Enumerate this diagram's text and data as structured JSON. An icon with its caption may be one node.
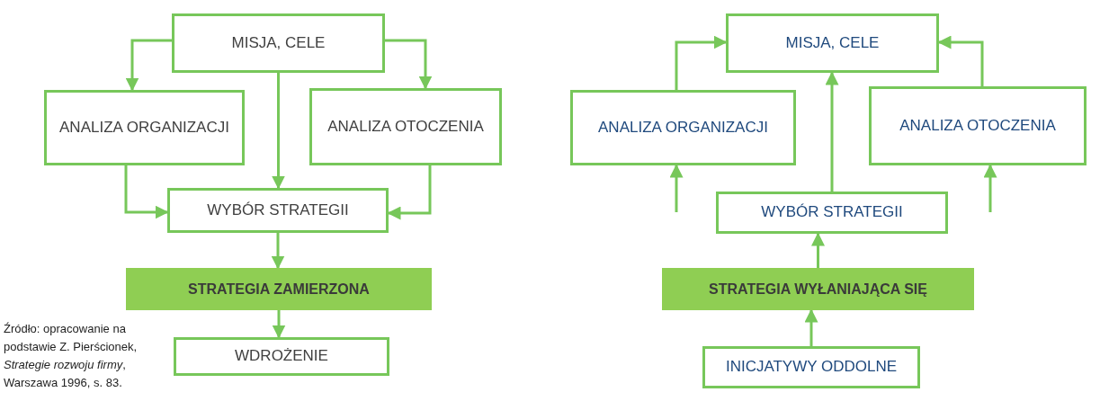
{
  "diagram": {
    "nodes": [
      {
        "text": [
          "MISJA, CELE"
        ]
      },
      {
        "text": [
          "ANALIZA ORGANIZACJI"
        ]
      },
      {
        "text": [
          "ANALIZA OTOCZENIA"
        ]
      },
      {
        "text": [
          "WYBÓR STRATEGII"
        ]
      },
      {
        "text": [
          "STRATEGIA ZAMIERZONA"
        ]
      },
      {
        "text": [
          "WDROŻENIE"
        ]
      },
      {
        "text": [
          "MISJA, CELE"
        ]
      },
      {
        "text": [
          "ANALIZA ORGANIZACJI"
        ]
      },
      {
        "text": [
          "ANALIZA OTOCZENIA"
        ]
      },
      {
        "text": [
          "WYBÓR STRATEGII"
        ]
      },
      {
        "text": [
          "STRATEGIA WYŁANIAJĄCA SIĘ"
        ]
      },
      {
        "text": [
          "INICJATYWY ODDOLNE"
        ]
      }
    ],
    "edges": [
      {
        "from": 0,
        "to": 1,
        "arrow": "to"
      },
      {
        "from": 0,
        "to": 2,
        "arrow": "to"
      },
      {
        "from": 0,
        "to": 3,
        "arrow": "to"
      },
      {
        "from": 1,
        "to": 3,
        "arrow": "to"
      },
      {
        "from": 2,
        "to": 3,
        "arrow": "to"
      },
      {
        "from": 3,
        "to": 4,
        "arrow": "to"
      },
      {
        "from": 4,
        "to": 5,
        "arrow": "to"
      },
      {
        "from": 7,
        "to": 6,
        "arrow": "to"
      },
      {
        "from": 8,
        "to": 6,
        "arrow": "to"
      },
      {
        "from": 9,
        "to": 6,
        "arrow": "to"
      },
      {
        "from": null,
        "to": 7,
        "arrow": "to"
      },
      {
        "from": null,
        "to": 8,
        "arrow": "to"
      },
      {
        "from": 10,
        "to": 9,
        "arrow": "to"
      },
      {
        "from": 11,
        "to": 10,
        "arrow": "to"
      }
    ],
    "caption": "Źródło: opracowanie na podstawie Z. Pierścionek, *Strategie rozwoju firmy*, Warszawa 1996, s. 83."
  }
}
